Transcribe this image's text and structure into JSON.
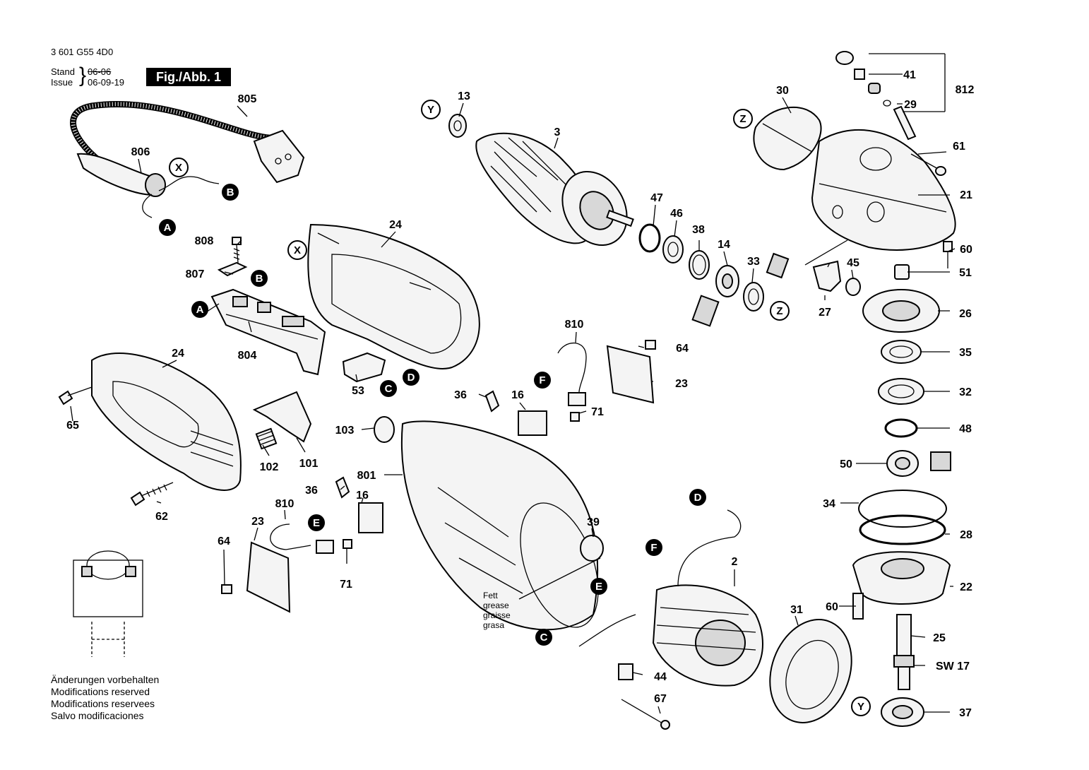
{
  "header": {
    "doc_number": "3 601 G55 4D0",
    "stand_label": "Stand",
    "stand_date": "06-06",
    "issue_label": "Issue",
    "issue_date": "06-09-19",
    "figure_label": "Fig./Abb. 1"
  },
  "footer": {
    "lines": [
      "Änderungen vorbehalten",
      "Modifications reserved",
      "Modifications reservees",
      "Salvo modificaciones"
    ]
  },
  "grease_note": [
    "Fett",
    "grease",
    "graisse",
    "grasa"
  ],
  "part_numbers": [
    "805",
    "806",
    "808",
    "807",
    "804",
    "24",
    "24",
    "65",
    "62",
    "102",
    "101",
    "53",
    "13",
    "3",
    "30",
    "41",
    "29",
    "812",
    "61",
    "21",
    "47",
    "46",
    "38",
    "14",
    "33",
    "45",
    "27",
    "60",
    "51",
    "26",
    "35",
    "32",
    "48",
    "50",
    "34",
    "28",
    "22",
    "60",
    "25",
    "SW 17",
    "37",
    "810",
    "64",
    "23",
    "36",
    "16",
    "71",
    "103",
    "801",
    "36",
    "16",
    "810",
    "23",
    "64",
    "71",
    "39",
    "2",
    "31",
    "44",
    "67"
  ],
  "connectors": [
    "A",
    "A",
    "B",
    "B",
    "C",
    "C",
    "D",
    "D",
    "E",
    "E",
    "F",
    "F"
  ],
  "reference_marks": [
    "X",
    "X",
    "Y",
    "Y",
    "Z",
    "Z"
  ]
}
